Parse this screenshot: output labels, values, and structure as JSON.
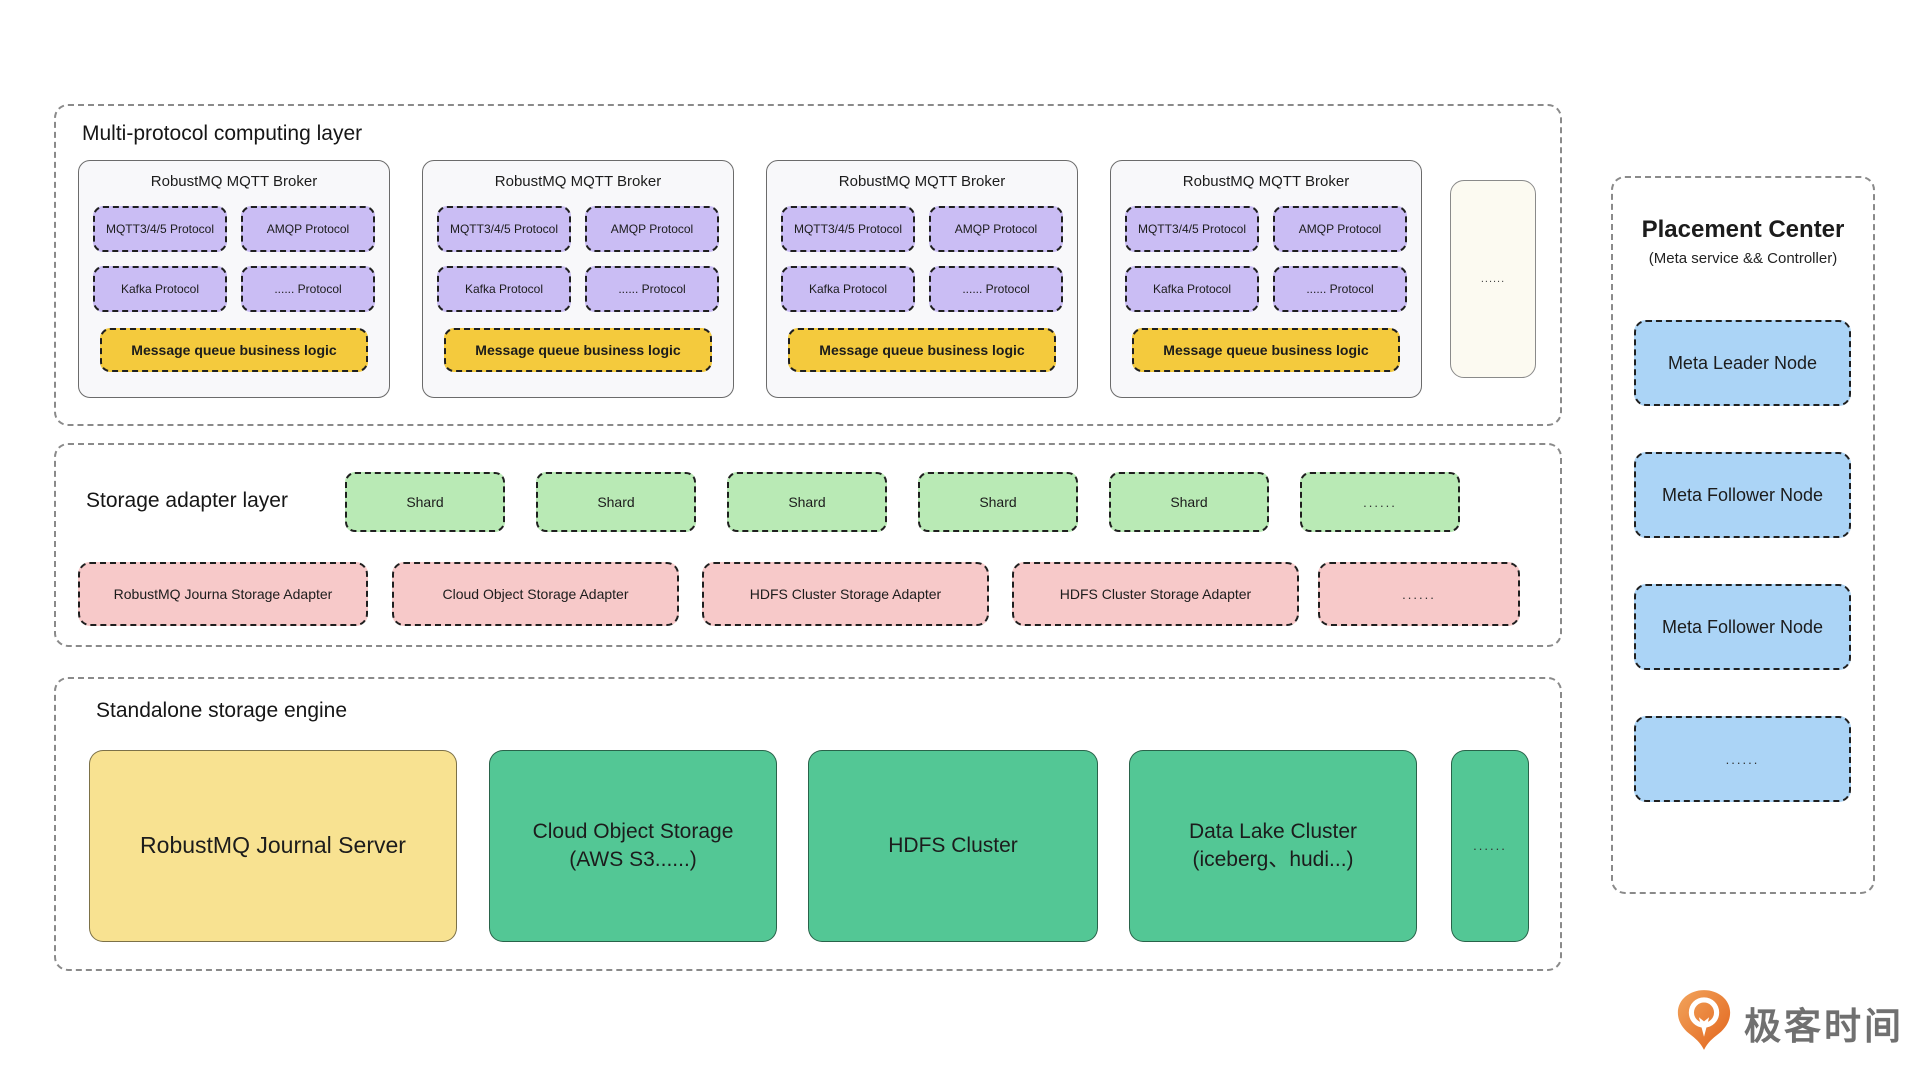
{
  "computing_layer": {
    "title": "Multi-protocol computing layer",
    "more": "......",
    "brokers": [
      {
        "title": "RobustMQ MQTT Broker",
        "protocols": [
          "MQTT3/4/5 Protocol",
          "AMQP Protocol",
          "Kafka Protocol",
          "...... Protocol"
        ],
        "logic": "Message queue business logic"
      },
      {
        "title": "RobustMQ MQTT Broker",
        "protocols": [
          "MQTT3/4/5 Protocol",
          "AMQP Protocol",
          "Kafka Protocol",
          "...... Protocol"
        ],
        "logic": "Message queue business logic"
      },
      {
        "title": "RobustMQ MQTT Broker",
        "protocols": [
          "MQTT3/4/5 Protocol",
          "AMQP Protocol",
          "Kafka Protocol",
          "...... Protocol"
        ],
        "logic": "Message queue business logic"
      },
      {
        "title": "RobustMQ MQTT Broker",
        "protocols": [
          "MQTT3/4/5 Protocol",
          "AMQP Protocol",
          "Kafka Protocol",
          "...... Protocol"
        ],
        "logic": "Message queue business logic"
      }
    ]
  },
  "storage_adapter_layer": {
    "title": "Storage adapter layer",
    "shards": [
      "Shard",
      "Shard",
      "Shard",
      "Shard",
      "Shard",
      "......"
    ],
    "adapters": [
      "RobustMQ Journa Storage Adapter",
      "Cloud Object Storage Adapter",
      "HDFS Cluster Storage Adapter",
      "HDFS Cluster Storage Adapter",
      "......"
    ]
  },
  "storage_engine": {
    "title": "Standalone storage engine",
    "engines": [
      {
        "lines": [
          "RobustMQ Journal Server"
        ]
      },
      {
        "lines": [
          "Cloud Object Storage",
          "(AWS S3......)"
        ]
      },
      {
        "lines": [
          "HDFS Cluster"
        ]
      },
      {
        "lines": [
          "Data Lake Cluster",
          "(iceberg、hudi...)"
        ]
      },
      {
        "lines": [
          "......"
        ]
      }
    ]
  },
  "placement_center": {
    "title": "Placement Center",
    "subtitle": "(Meta service && Controller)",
    "nodes": [
      "Meta Leader Node",
      "Meta Follower Node",
      "Meta Follower Node",
      "......"
    ]
  },
  "logo": {
    "icon": "geektime-pin-icon",
    "text": "极客时间"
  },
  "colors": {
    "protocol_purple": "#cabdf4",
    "logic_yellow": "#f4ca3d",
    "shard_green": "#b9eab5",
    "adapter_pink": "#f7c9c9",
    "engine_green": "#53c795",
    "journal_yellow": "#f8e291",
    "node_blue": "#abd4f6",
    "broker_bg": "#f8f8fa",
    "more_cream": "#fcfaf1",
    "logo_orange": "#e8731f",
    "logo_text_gray": "#707070"
  }
}
